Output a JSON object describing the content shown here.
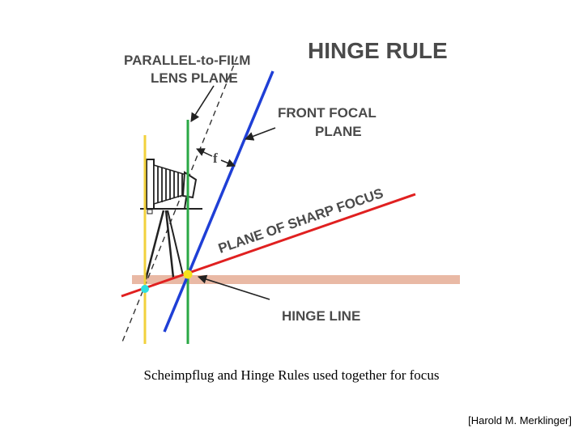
{
  "diagram": {
    "title": "HINGE RULE",
    "labels": {
      "parallel_line1": "PARALLEL-to-FILM",
      "parallel_line2": "LENS PLANE",
      "front_line1": "FRONT  FOCAL",
      "front_line2": "PLANE",
      "focal_length": "f",
      "sharp_focus": "PLANE OF SHARP FOCUS",
      "hinge_line": "HINGE  LINE"
    },
    "colors": {
      "film_plane": "#f2d13c",
      "lens_plane": "#2aa845",
      "front_focal_plane": "#1f3fd6",
      "sharp_focus_plane": "#e02020",
      "ground": "#e9b9a5",
      "intersection_point": "#f5e21c",
      "film_intersection_point": "#2ee0e0"
    }
  },
  "caption": "Scheimpflug and Hinge Rules used together for focus",
  "credit": "[Harold M. Merklinger]"
}
